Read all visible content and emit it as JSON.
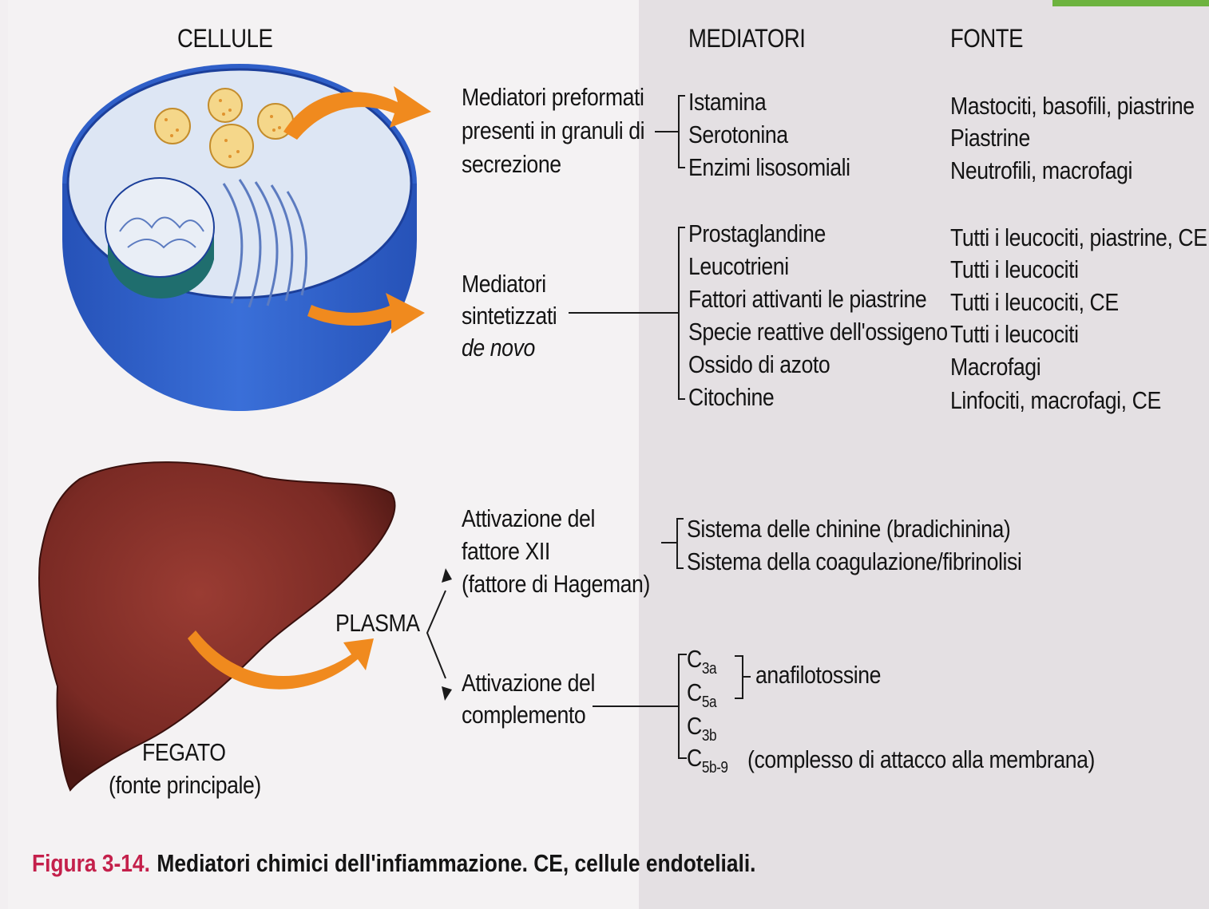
{
  "headers": {
    "cells": "CELLULE",
    "mediators": "MEDIATORI",
    "source": "FONTE"
  },
  "preformed": {
    "label_lines": [
      "Mediatori preformati",
      "presenti in granuli di",
      "secrezione"
    ],
    "items": [
      {
        "mediator": "Istamina",
        "source": "Mastociti, basofili, piastrine"
      },
      {
        "mediator": "Serotonina",
        "source": "Piastrine"
      },
      {
        "mediator": "Enzimi lisosomiali",
        "source": "Neutrofili, macrofagi"
      }
    ]
  },
  "synthesized": {
    "label_lines": [
      "Mediatori",
      "sintetizzati",
      "de novo"
    ],
    "items": [
      {
        "mediator": "Prostaglandine",
        "source": "Tutti i leucociti, piastrine, CE"
      },
      {
        "mediator": "Leucotrieni",
        "source": "Tutti i leucociti"
      },
      {
        "mediator": "Fattori attivanti le piastrine",
        "source": "Tutti i leucociti, CE"
      },
      {
        "mediator": "Specie reattive dell'ossigeno",
        "source": "Tutti i leucociti"
      },
      {
        "mediator": "Ossido di azoto",
        "source": "Macrofagi"
      },
      {
        "mediator": "Citochine",
        "source": "Linfociti, macrofagi, CE"
      }
    ]
  },
  "factor_xii": {
    "label_lines": [
      "Attivazione del",
      "fattore XII",
      "(fattore di Hageman)"
    ],
    "items": [
      "Sistema delle chinine (bradichinina)",
      "Sistema della coagulazione/fibrinolisi"
    ]
  },
  "complement": {
    "label_lines": [
      "Attivazione del",
      "complemento"
    ],
    "items": [
      {
        "base": "C",
        "sub": "3a"
      },
      {
        "base": "C",
        "sub": "5a"
      },
      {
        "base": "C",
        "sub": "3b"
      },
      {
        "base": "C",
        "sub": "5b-9",
        "note": "(complesso di attacco alla membrana)"
      }
    ],
    "group_label": "anafilotossine"
  },
  "plasma_label": "PLASMA",
  "liver_label_lines": [
    "FEGATO",
    "(fonte principale)"
  ],
  "caption": {
    "figure": "Figura 3-14.",
    "text": "Mediatori chimici dell'infiammazione. CE, cellule endoteliali."
  },
  "colors": {
    "cell_blue": "#2f5fc8",
    "cell_top": "#dde6f4",
    "nucleus": "#1f6e6e",
    "arrow": "#f08a1e",
    "liver": "#7a2a24",
    "caption_red": "#c4204b",
    "corner_green": "#6db33f"
  }
}
